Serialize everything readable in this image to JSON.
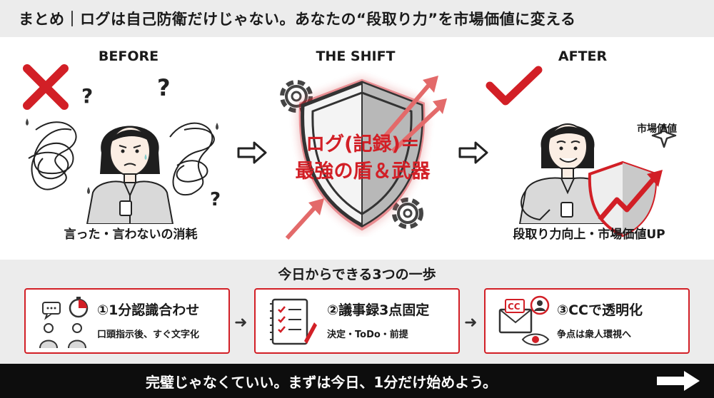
{
  "title": "まとめ｜ログは自己防衛だけじゃない。あなたの“段取り力”を市場価値に変える",
  "colors": {
    "accent": "#d21f26",
    "band": "#ececec",
    "dark": "#0d0d0d"
  },
  "before": {
    "heading": "BEFORE",
    "caption": "言った・言わないの消耗",
    "icons": [
      "cross-icon",
      "question-mark-icon",
      "scribble-icon",
      "woman-worried-illustration"
    ]
  },
  "shift": {
    "heading": "THE SHIFT",
    "shield_line1": "ログ(記録)＝",
    "shield_line2": "最強の盾＆武器",
    "icons": [
      "gear-icon",
      "shield-icon",
      "arrow-up-icon"
    ]
  },
  "after": {
    "heading": "AFTER",
    "caption": "段取り力向上・市場価値UP",
    "label": "市場価値",
    "icons": [
      "check-icon",
      "sparkle-icon",
      "woman-confident-illustration",
      "shield-growth-icon"
    ]
  },
  "steps": {
    "heading": "今日からできる3つの一歩",
    "items": [
      {
        "title": "①1分認識合わせ",
        "subtitle": "口頭指示後、すぐ文字化",
        "icon": "chat-timer-icon"
      },
      {
        "title": "②議事録3点固定",
        "subtitle": "決定・ToDo・前提",
        "icon": "checklist-icon"
      },
      {
        "title": "③CCで透明化",
        "subtitle": "争点は衆人環視へ",
        "icon": "cc-mail-eye-icon"
      }
    ]
  },
  "footer": {
    "text": "完璧じゃなくていい。まずは今日、1分だけ始めよう。",
    "icon": "arrow-right-icon"
  }
}
